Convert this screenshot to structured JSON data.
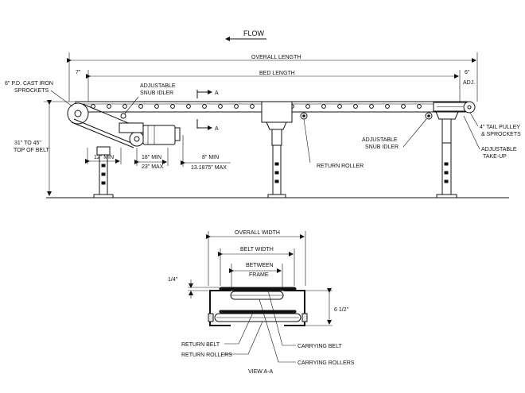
{
  "top": {
    "flow": "FLOW",
    "overall_length": "OVERALL LENGTH",
    "bed_length": "BED LENGTH",
    "dim_7": "7\"",
    "dim_6": "6\"",
    "adj": "ADJ.",
    "head_sprockets_1": "6\" P.D. CAST IRON",
    "head_sprockets_2": "SPROCKETS",
    "snub_top_1": "ADJUSTABLE",
    "snub_top_2": "SNUB IDLER",
    "section_a_top": "A",
    "section_a_bottom": "A",
    "height_1": "31\" TO 45\"",
    "height_2": "TOP OF BELT",
    "min12": "12\" MIN",
    "min18": "18\" MIN",
    "max23": "23\" MAX",
    "min8": "8\" MIN",
    "max13": "13.1875\" MAX",
    "return_roller": "RETURN ROLLER",
    "snub_bottom_1": "ADJUSTABLE",
    "snub_bottom_2": "SNUB IDLER",
    "tail_1": "4\" TAIL PULLEY",
    "tail_2": "& SPROCKETS",
    "takeup_1": "ADJUSTABLE",
    "takeup_2": "TAKE-UP"
  },
  "section": {
    "overall_width": "OVERALL WIDTH",
    "belt_width": "BELT WIDTH",
    "between": "BETWEEN",
    "frame": "FRAME",
    "quarter": "1/4\"",
    "six_half": "6 1/2\"",
    "return_belt": "RETURN BELT",
    "return_rollers": "RETURN ROLLERS",
    "carrying_belt": "CARRYING BELT",
    "carrying_rollers": "CARRYING ROLLERS",
    "view": "VIEW A-A"
  }
}
